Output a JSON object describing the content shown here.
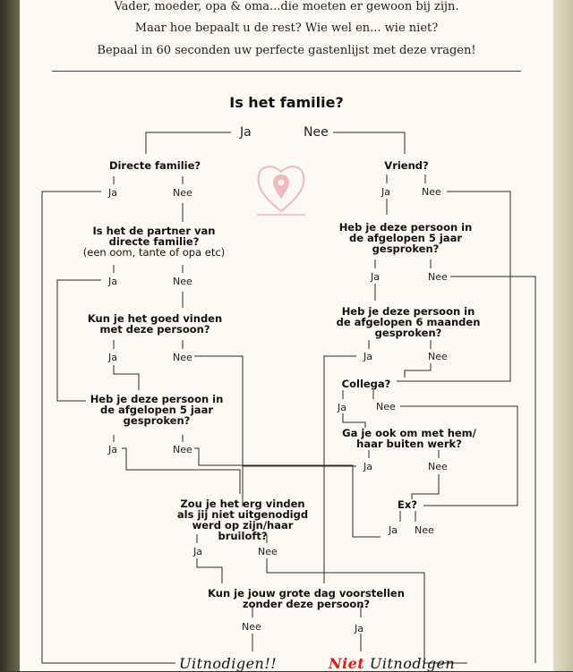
{
  "intro": {
    "line1": "Vader, moeder, opa & oma...die moeten er gewoon bij zijn.",
    "line2": "Maar hoe bepaalt u de rest? Wie wel en... wie niet?",
    "line3": "Bepaal in 60 seconden uw perfecte gastenlijst met deze vragen!"
  },
  "title": "Is het familie?",
  "top": {
    "ja": "Ja",
    "nee": "Nee"
  },
  "questions": {
    "directe_familie": "Directe familie?",
    "partner_line1": "Is het de partner van",
    "partner_line2": "directe familie?",
    "partner_sub": "(een oom, tante of opa etc)",
    "goed_vinden_line1": "Kun je het goed vinden",
    "goed_vinden_line2": "met deze persoon?",
    "gesproken5_left_line1": "Heb je deze persoon in",
    "gesproken5_left_line2": "de afgelopen 5 jaar",
    "gesproken5_left_line3": "gesproken?",
    "erg_line1": "Zou je het erg vinden",
    "erg_line2": "als jij niet uitgenodigd",
    "erg_line3": "werd op zijn/haar bruiloft?",
    "voorstellen_line1": "Kun je jouw grote dag voorstellen",
    "voorstellen_line2": "zonder deze persoon?",
    "vriend": "Vriend?",
    "gesproken5_right_line1": "Heb je deze persoon in",
    "gesproken5_right_line2": "de afgelopen 5 jaar",
    "gesproken5_right_line3": "gesproken?",
    "gesproken6_line1": "Heb je deze persoon in",
    "gesproken6_line2": "de afgelopen 6 maanden",
    "gesproken6_line3": "gesproken?",
    "collega": "Collega?",
    "buiten_werk_line1": "Ga je ook om met hem/",
    "buiten_werk_line2": "haar buiten werk?",
    "ex": "Ex?"
  },
  "answers": {
    "ja": "Ja",
    "nee": "Nee"
  },
  "outcomes": {
    "uitnodigen": "Uitnodigen!!",
    "niet": "Niet",
    "niet_uitnodigen": "Uitnodigen"
  },
  "colors": {
    "niet": "#d21f1f",
    "heart": "#f2b8bd"
  }
}
